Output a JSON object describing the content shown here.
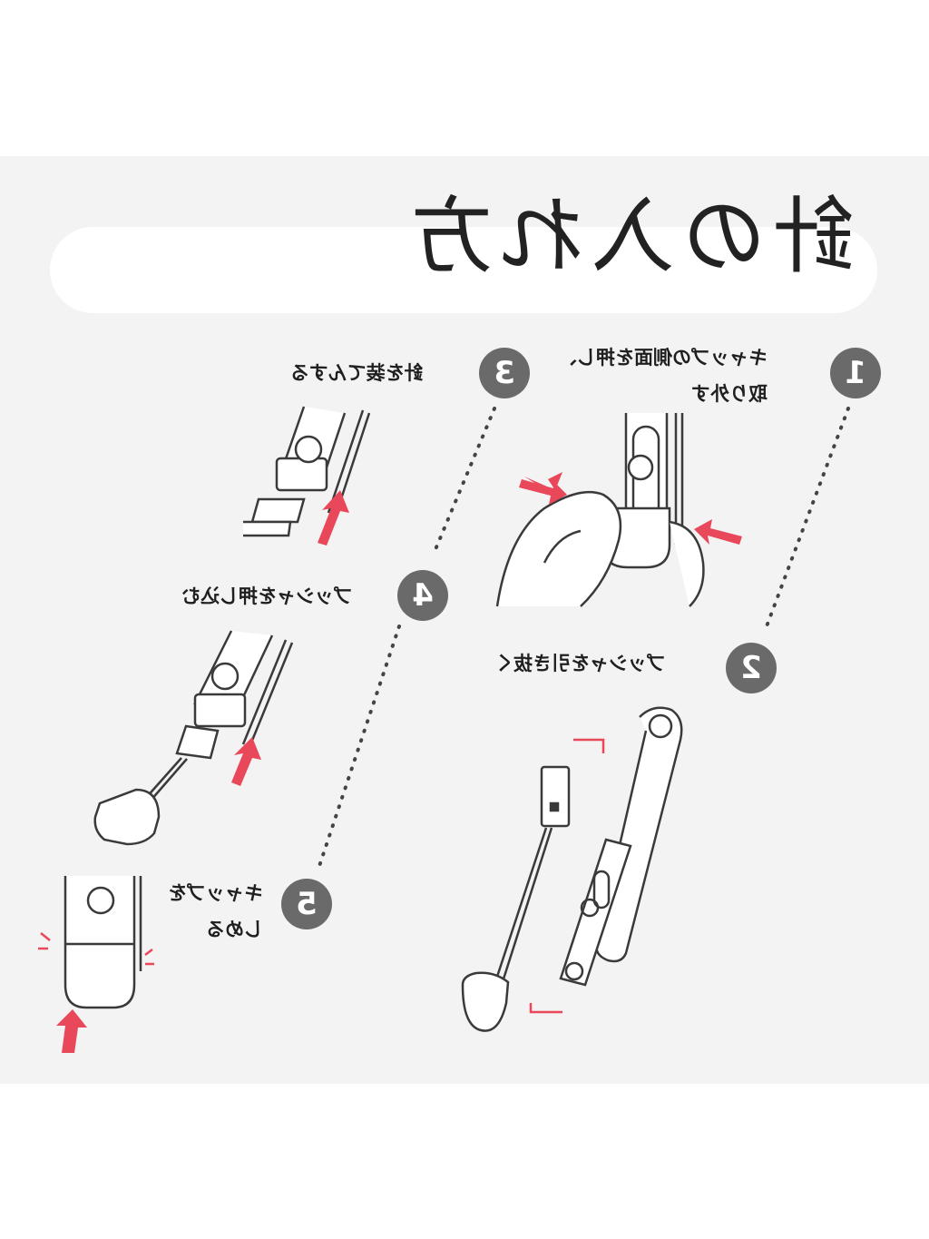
{
  "title": "針の入れ方",
  "steps": [
    {
      "number": "1",
      "text_line1": "キャップの側面を押し、",
      "text_line2": "取り外す"
    },
    {
      "number": "2",
      "text_line1": "プッシャを引き抜く"
    },
    {
      "number": "3",
      "text_line1": "針を装てんする"
    },
    {
      "number": "4",
      "text_line1": "プッシャを押し込む"
    },
    {
      "number": "5",
      "text_line1": "キャップを",
      "text_line2": "しめる"
    }
  ],
  "colors": {
    "accent": "#e8485a",
    "badge": "#6a6a6a",
    "line": "#555555",
    "panel": "#f3f3f3"
  }
}
